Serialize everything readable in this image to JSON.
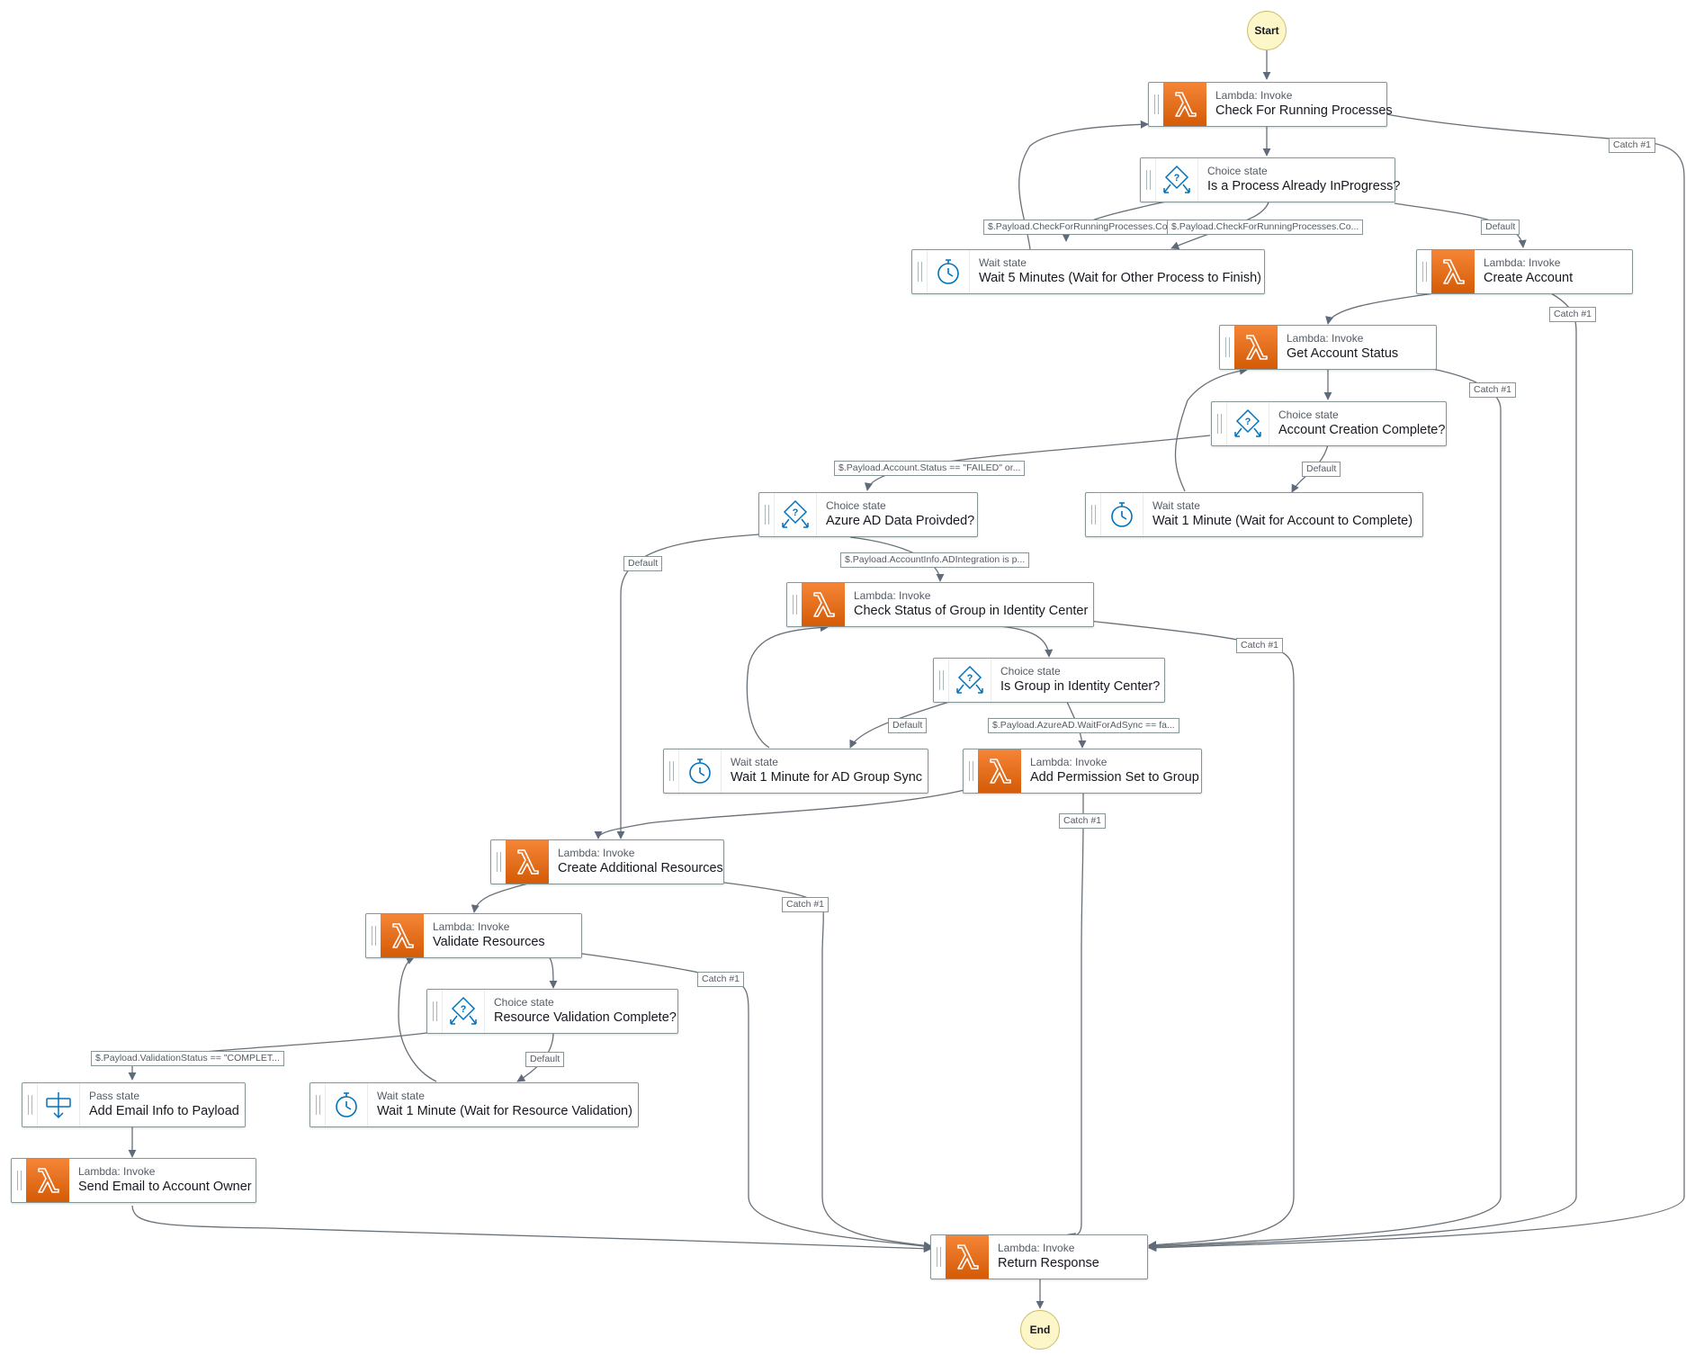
{
  "terminals": {
    "start": "Start",
    "end": "End"
  },
  "states": {
    "check_running": {
      "type": "Lambda: Invoke",
      "name": "Check For Running Processes",
      "icon": "lambda-icon"
    },
    "is_in_progress": {
      "type": "Choice state",
      "name": "Is a Process Already InProgress?",
      "icon": "choice-icon"
    },
    "wait_5": {
      "type": "Wait state",
      "name": "Wait 5 Minutes (Wait for Other Process to Finish)",
      "icon": "timer-icon"
    },
    "create_account": {
      "type": "Lambda: Invoke",
      "name": "Create Account",
      "icon": "lambda-icon"
    },
    "get_account_status": {
      "type": "Lambda: Invoke",
      "name": "Get Account Status",
      "icon": "lambda-icon"
    },
    "account_complete": {
      "type": "Choice state",
      "name": "Account Creation Complete?",
      "icon": "choice-icon"
    },
    "wait_account": {
      "type": "Wait state",
      "name": "Wait 1 Minute (Wait for Account to Complete)",
      "icon": "timer-icon"
    },
    "azure_provided": {
      "type": "Choice state",
      "name": "Azure AD Data Proivded?",
      "icon": "choice-icon"
    },
    "check_group": {
      "type": "Lambda: Invoke",
      "name": "Check Status of Group in Identity Center",
      "icon": "lambda-icon"
    },
    "is_group": {
      "type": "Choice state",
      "name": "Is Group in Identity Center?",
      "icon": "choice-icon"
    },
    "wait_ad": {
      "type": "Wait state",
      "name": "Wait 1 Minute for AD Group Sync",
      "icon": "timer-icon"
    },
    "add_permission": {
      "type": "Lambda: Invoke",
      "name": "Add Permission Set to Group",
      "icon": "lambda-icon"
    },
    "create_resources": {
      "type": "Lambda: Invoke",
      "name": "Create Additional Resources",
      "icon": "lambda-icon"
    },
    "validate": {
      "type": "Lambda: Invoke",
      "name": "Validate Resources",
      "icon": "lambda-icon"
    },
    "validation_complete": {
      "type": "Choice state",
      "name": "Resource Validation Complete?",
      "icon": "choice-icon"
    },
    "add_email": {
      "type": "Pass state",
      "name": "Add Email Info to Payload",
      "icon": "pass-icon"
    },
    "wait_validation": {
      "type": "Wait state",
      "name": "Wait 1 Minute (Wait for Resource Validation)",
      "icon": "timer-icon"
    },
    "send_email": {
      "type": "Lambda: Invoke",
      "name": "Send Email to Account Owner",
      "icon": "lambda-icon"
    },
    "return_response": {
      "type": "Lambda: Invoke",
      "name": "Return Response",
      "icon": "lambda-icon"
    }
  },
  "edge_labels": {
    "catch1_a": "Catch #1",
    "cond_inprog_1": "$.Payload.CheckForRunningProcesses.Co...",
    "cond_inprog_2": "$.Payload.CheckForRunningProcesses.Co...",
    "default_inprog": "Default",
    "catch1_b": "Catch #1",
    "catch1_c": "Catch #1",
    "cond_failed": "$.Payload.Account.Status == \"FAILED\" or...",
    "default_account": "Default",
    "default_azure": "Default",
    "cond_adint": "$.Payload.AccountInfo.ADIntegration is p...",
    "catch1_d": "Catch #1",
    "default_group": "Default",
    "cond_waitsync": "$.Payload.AzureAD.WaitForAdSync == fa...",
    "catch1_e": "Catch #1",
    "catch1_f": "Catch #1",
    "catch1_g": "Catch #1",
    "cond_validation": "$.Payload.ValidationStatus == \"COMPLET...",
    "default_validation": "Default"
  },
  "colors": {
    "edge": "#687078",
    "lambda_orange": "#ed7100",
    "icon_blue": "#0073bb",
    "terminal_fill": "#fdf6c8"
  }
}
